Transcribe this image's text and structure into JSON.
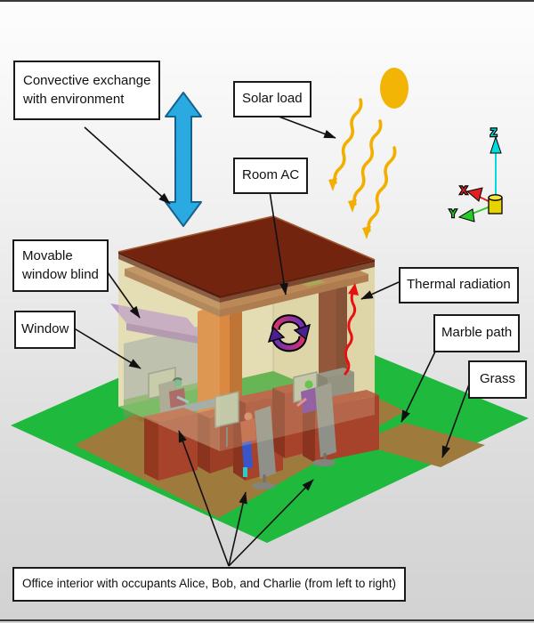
{
  "labels": {
    "convective_exchange": {
      "line1": "Convective exchange",
      "line2": "with environment"
    },
    "solar_load": {
      "text": "Solar load"
    },
    "room_ac": {
      "text": "Room AC"
    },
    "movable_blind": {
      "line1": "Movable",
      "line2": "window blind"
    },
    "window": {
      "text": "Window"
    },
    "thermal_radiation": {
      "text": "Thermal radiation"
    },
    "marble_path": {
      "text": "Marble path"
    },
    "grass": {
      "text": "Grass"
    },
    "office_interior": {
      "text": "Office interior with occupants Alice, Bob, and Charlie (from left to right)"
    }
  },
  "occupants": [
    "Alice",
    "Bob",
    "Charlie"
  ],
  "axes_triad": {
    "x_label": "X",
    "y_label": "Y",
    "z_label": "Z"
  },
  "colors": {
    "roof": "#72240F",
    "ceiling": "#B1703D",
    "wall": "#E3DCB2",
    "wall_right": "#DCD3A4",
    "interior_floor": "#44A93C",
    "grass": "#1FB93E",
    "marble_path": "#9E7B3D",
    "window_blind": "#B795C8",
    "window_glass": "#A2ACA8",
    "partition_orange": "#D8701F",
    "desk_red": "#A7432B",
    "column_brown": "#7C331A",
    "chair_gray": "#8F9087",
    "monitor": "#B9C2A6",
    "sun": "#F2B505",
    "solar_arrow": "#F3AF00",
    "convective_arrow": "#2BAAE2",
    "ac_purple": "#6A30B8",
    "ac_magenta": "#D6336C",
    "thermal_red": "#E81111",
    "axis_x": "#E02020",
    "axis_y": "#28CC28",
    "axis_z": "#00DBDB"
  }
}
